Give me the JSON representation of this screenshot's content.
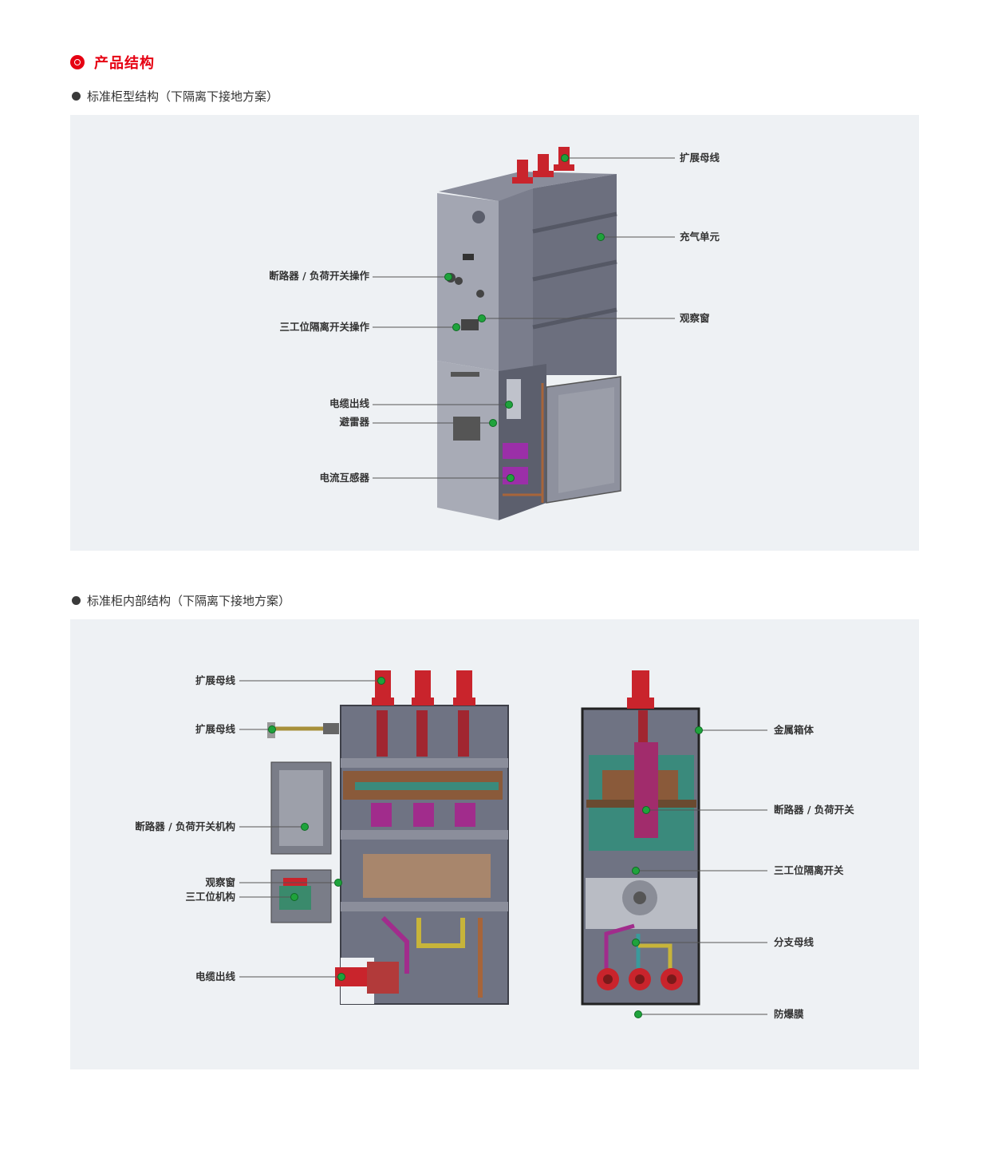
{
  "section": {
    "title": "产品结构",
    "accent_color": "#e60012"
  },
  "diagram1": {
    "subtitle": "标准柜型结构（下隔离下接地方案）",
    "labels_right": {
      "busbar": "扩展母线",
      "gas_unit": "充气单元",
      "window": "观察窗"
    },
    "labels_left": {
      "breaker_op": "断路器 / 负荷开关操作",
      "three_pos_op": "三工位隔离开关操作",
      "cable_out": "电缆出线",
      "arrester": "避雷器",
      "ct": "电流互感器"
    }
  },
  "diagram2": {
    "subtitle": "标准柜内部结构（下隔离下接地方案）",
    "labels_left": {
      "busbar_top": "扩展母线",
      "busbar_side": "扩展母线",
      "breaker_mech": "断路器 / 负荷开关机构",
      "window": "观察窗",
      "three_pos_mech": "三工位机构",
      "cable_out": "电缆出线"
    },
    "labels_right": {
      "metal_box": "金属箱体",
      "breaker": "断路器 / 负荷开关",
      "three_pos": "三工位隔离开关",
      "branch_bus": "分支母线",
      "burst_film": "防爆膜"
    }
  },
  "colors": {
    "marker": "#1fa33c",
    "cabinet": "#6e7282",
    "insulator": "#c9242c",
    "panel_bg": "#eef1f4"
  }
}
